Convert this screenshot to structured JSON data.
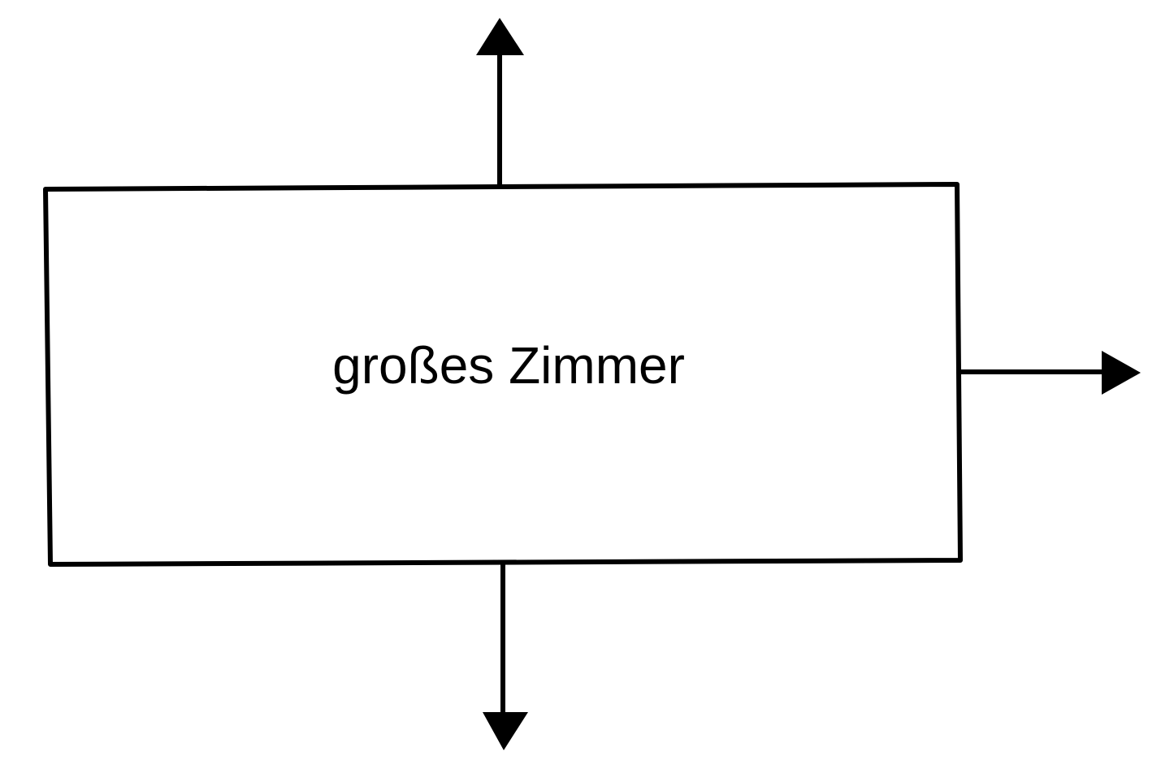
{
  "diagram": {
    "room": {
      "label": "großes Zimmer"
    },
    "arrows": [
      {
        "direction": "up"
      },
      {
        "direction": "right"
      },
      {
        "direction": "down"
      }
    ],
    "colors": {
      "stroke": "#000000",
      "background": "#ffffff"
    }
  }
}
